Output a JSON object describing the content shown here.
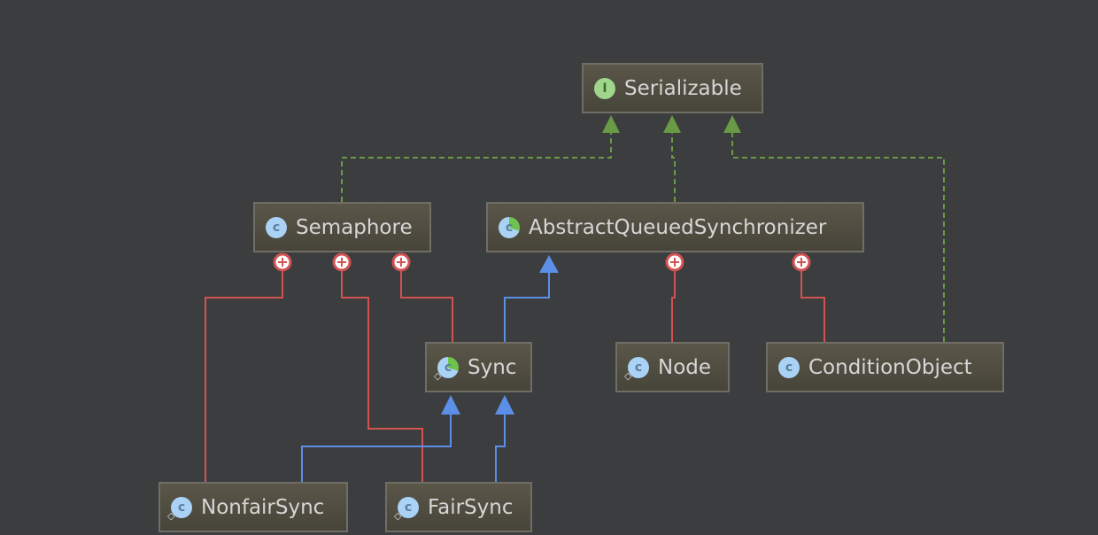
{
  "nodes": {
    "serializable": {
      "label": "Serializable",
      "kind": "interface",
      "icon": "I"
    },
    "semaphore": {
      "label": "Semaphore",
      "kind": "class",
      "icon": "C"
    },
    "aqs": {
      "label": "AbstractQueuedSynchronizer",
      "kind": "abstract-class",
      "icon": "C"
    },
    "sync": {
      "label": "Sync",
      "kind": "static-abstract-class",
      "icon": "C"
    },
    "node": {
      "label": "Node",
      "kind": "static-class",
      "icon": "C"
    },
    "condition": {
      "label": "ConditionObject",
      "kind": "class",
      "icon": "C"
    },
    "nonfair": {
      "label": "NonfairSync",
      "kind": "static-class",
      "icon": "C"
    },
    "fair": {
      "label": "FairSync",
      "kind": "static-class",
      "icon": "C"
    }
  },
  "colors": {
    "implements": "#6a9a45",
    "extends": "#5b8fe8",
    "inner": "#d25252"
  }
}
